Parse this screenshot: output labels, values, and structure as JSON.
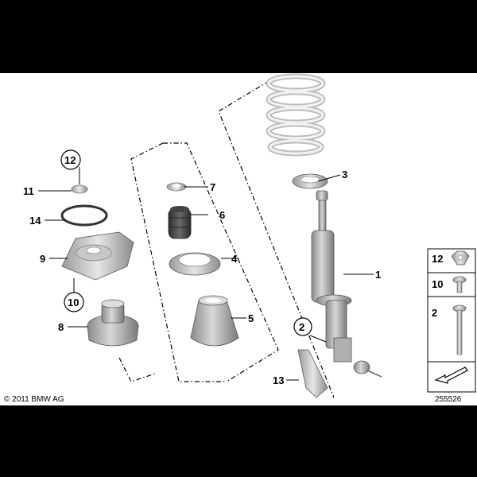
{
  "diagram": {
    "copyright": "© 2011 BMW AG",
    "drawing_number": "255526",
    "callouts": [
      {
        "id": "c1",
        "label": "1",
        "circled": false
      },
      {
        "id": "c2",
        "label": "2",
        "circled": true
      },
      {
        "id": "c3",
        "label": "3",
        "circled": false
      },
      {
        "id": "c4",
        "label": "4",
        "circled": false
      },
      {
        "id": "c5",
        "label": "5",
        "circled": false
      },
      {
        "id": "c6",
        "label": "6",
        "circled": false
      },
      {
        "id": "c7",
        "label": "7",
        "circled": false
      },
      {
        "id": "c8",
        "label": "8",
        "circled": false
      },
      {
        "id": "c9",
        "label": "9",
        "circled": false
      },
      {
        "id": "c10",
        "label": "10",
        "circled": true
      },
      {
        "id": "c11",
        "label": "11",
        "circled": false
      },
      {
        "id": "c12",
        "label": "12",
        "circled": true
      },
      {
        "id": "c13",
        "label": "13",
        "circled": false
      },
      {
        "id": "c14",
        "label": "14",
        "circled": false
      }
    ],
    "legend": [
      "12",
      "10",
      "2"
    ]
  }
}
